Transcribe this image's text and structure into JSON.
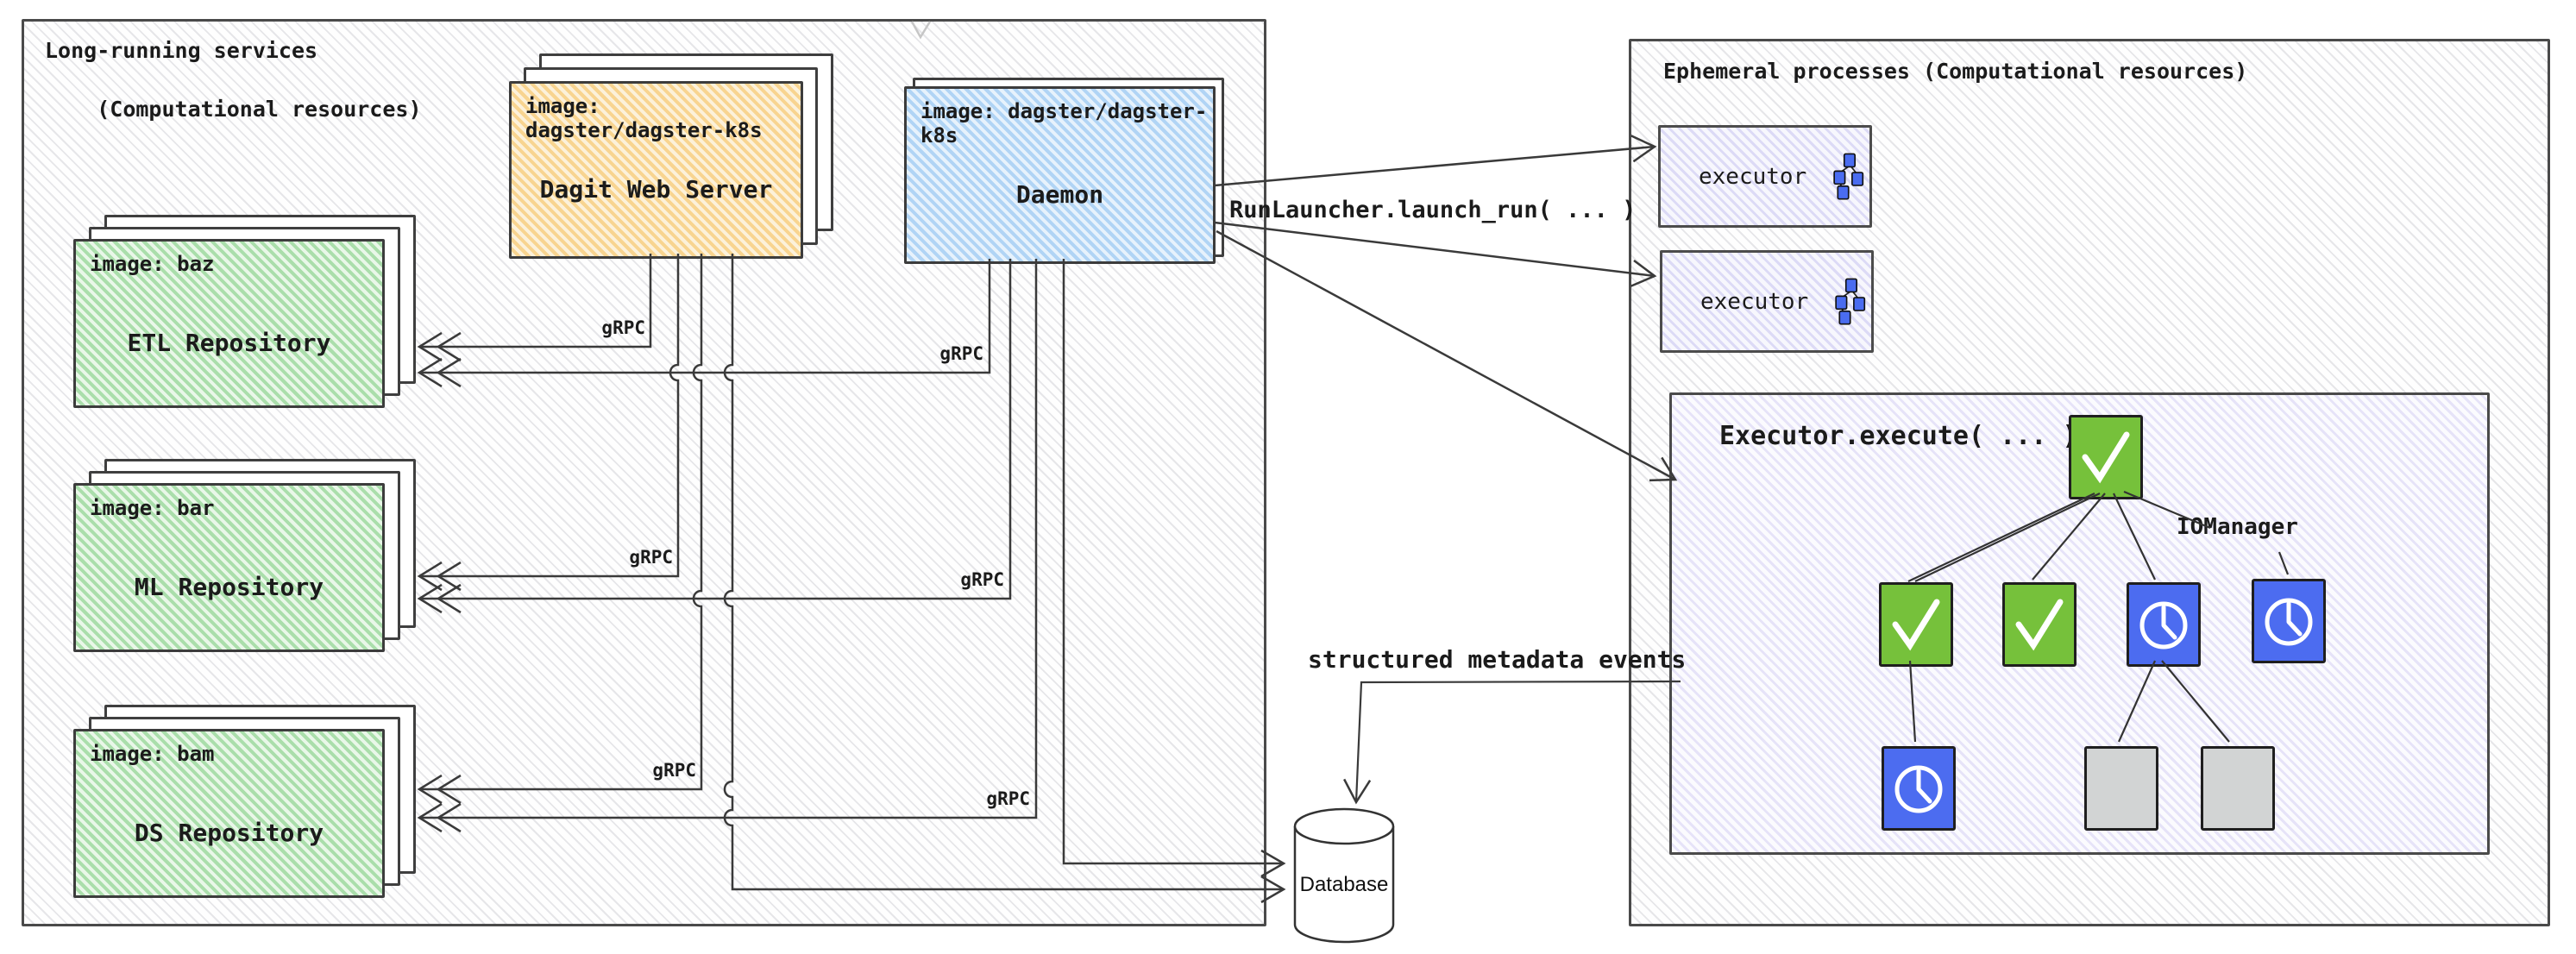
{
  "left_panel": {
    "title_line1": "Long-running services",
    "title_line2": "(Computational resources)",
    "dagit": {
      "image_label": "image: dagster/dagster-k8s",
      "name": "Dagit Web Server"
    },
    "daemon": {
      "image_label": "image: dagster/dagster-k8s",
      "name": "Daemon"
    },
    "repositories": [
      {
        "image_label": "image: baz",
        "name": "ETL Repository"
      },
      {
        "image_label": "image: bar",
        "name": "ML Repository"
      },
      {
        "image_label": "image: bam",
        "name": "DS Repository"
      }
    ]
  },
  "connections": {
    "grpc_label": "gRPC",
    "run_launcher_label": "RunLauncher.launch_run( ... )",
    "metadata_events_label": "structured metadata events"
  },
  "right_panel": {
    "title": "Ephemeral processes (Computational resources)",
    "executor_boxes": [
      {
        "label": "executor"
      },
      {
        "label": "executor"
      }
    ],
    "execute_panel": {
      "title": "Executor.execute( ... )",
      "iomanager_label": "IOManager",
      "nodes": {
        "root": "success",
        "row2": [
          "success",
          "success",
          "pending",
          "pending"
        ],
        "row3": [
          "pending",
          "skipped",
          "skipped"
        ]
      }
    }
  },
  "database": {
    "label": "Database"
  },
  "colors": {
    "dagit_fill": "#f9e0ac",
    "daemon_fill": "#c9e2f8",
    "repo_fill": "#c9ecc7",
    "executor_fill": "#ecebfa",
    "execute_panel_fill": "#f3f1fb",
    "success_node": "#76c13b",
    "pending_node": "#4c6cf0",
    "skipped_node": "#d2d4d4",
    "wire": "#3a3a3a"
  }
}
